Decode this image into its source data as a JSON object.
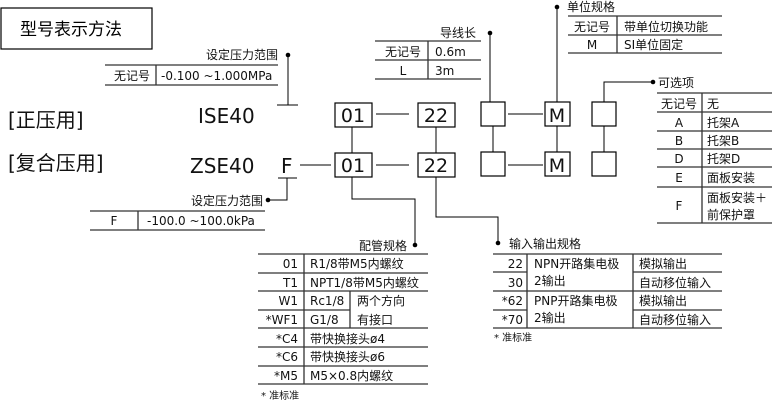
{
  "title": "型号表示方法",
  "series": [
    {
      "label": "[正压用]",
      "model": "ISE40"
    },
    {
      "label": "[复合压用]",
      "model": "ZSE40",
      "suffix": "F"
    }
  ],
  "codes": {
    "piping": "01",
    "io": "22",
    "unit": "M"
  },
  "pressure_range_positive": {
    "title": "设定压力范围",
    "rows": [
      {
        "code": "无记号",
        "desc": "-0.100 ~1.000MPa"
      }
    ]
  },
  "pressure_range_compound": {
    "title": "设定压力范围",
    "rows": [
      {
        "code": "F",
        "desc": "-100.0 ~100.0kPa"
      }
    ]
  },
  "wire_length": {
    "title": "导线长",
    "rows": [
      {
        "code": "无记号",
        "desc": "0.6m"
      },
      {
        "code": "L",
        "desc": "3m"
      }
    ]
  },
  "unit_spec": {
    "title": "单位规格",
    "rows": [
      {
        "code": "无记号",
        "desc": "带单位切换功能"
      },
      {
        "code": "M",
        "desc": "SI单位固定"
      }
    ]
  },
  "options": {
    "title": "可选项",
    "rows": [
      {
        "code": "无记号",
        "desc": "无"
      },
      {
        "code": "A",
        "desc": "托架A"
      },
      {
        "code": "B",
        "desc": "托架B"
      },
      {
        "code": "D",
        "desc": "托架D"
      },
      {
        "code": "E",
        "desc": "面板安装"
      },
      {
        "code": "F",
        "desc": "面板安装＋",
        "desc2": "前保护罩"
      }
    ]
  },
  "piping_spec": {
    "title": "配管规格",
    "rows": [
      {
        "code": "01",
        "desc": "R1/8带M5内螺纹"
      },
      {
        "code": "T1",
        "desc": "NPT1/8带M5内螺纹"
      },
      {
        "code": "W1",
        "desc": "Rc1/8",
        "note": "两个方向"
      },
      {
        "code": "*WF1",
        "desc": "G1/8",
        "note": "有接口"
      },
      {
        "code": "*C4",
        "desc": "带快换接头ø4"
      },
      {
        "code": "*C6",
        "desc": "带快换接头ø6"
      },
      {
        "code": "*M5",
        "desc": "M5×0.8内螺纹"
      }
    ],
    "footnote": "* 准标准"
  },
  "io_spec": {
    "title": "输入输出规格",
    "rows": [
      {
        "code": "22",
        "type": "NPN开路集电极",
        "output": "模拟输出"
      },
      {
        "code": "30",
        "type": "2输出",
        "output": "自动移位输入"
      },
      {
        "code": "*62",
        "type": "PNP开路集电极",
        "output": "模拟输出"
      },
      {
        "code": "*70",
        "type": "2输出",
        "output": "自动移位输入"
      }
    ],
    "footnote": "* 准标准"
  }
}
